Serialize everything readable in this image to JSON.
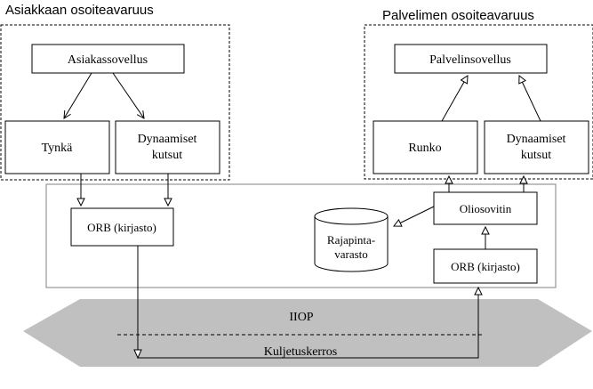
{
  "client": {
    "space_label": "Asiakkaan osoiteavaruus",
    "app": "Asiakassovellus",
    "stub": "Tynkä",
    "dyn_line1": "Dynaamiset",
    "dyn_line2": "kutsut",
    "orb": "ORB (kirjasto)"
  },
  "server": {
    "space_label": "Palvelimen osoiteavaruus",
    "app": "Palvelinsovellus",
    "skeleton": "Runko",
    "dyn_line1": "Dynaamiset",
    "dyn_line2": "kutsut",
    "adapter": "Oliosovitin",
    "orb": "ORB (kirjasto)",
    "repo_line1": "Rajapinta-",
    "repo_line2": "varasto"
  },
  "transport": {
    "iiop": "IIOP",
    "layer": "Kuljetuskerros"
  },
  "colors": {
    "transport_fill": "#c0c0c0",
    "orb_frame": "#808080",
    "line": "#000000"
  }
}
